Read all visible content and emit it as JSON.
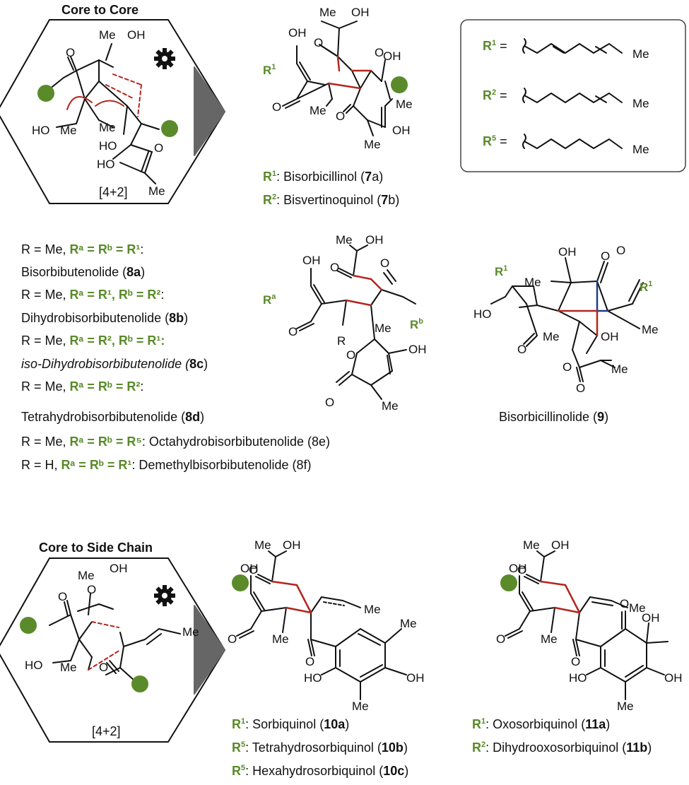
{
  "panels": {
    "core_to_core": {
      "title": "Core to Core",
      "reaction": "[4+2]"
    },
    "core_to_side": {
      "title": "Core to Side Chain",
      "reaction": "[4+2]"
    }
  },
  "legend": [
    {
      "sym": "R",
      "sup": "1",
      "eq": "=",
      "chain_end": "Me"
    },
    {
      "sym": "R",
      "sup": "2",
      "eq": "=",
      "chain_end": "Me"
    },
    {
      "sym": "R",
      "sup": "5",
      "eq": "=",
      "chain_end": "Me"
    }
  ],
  "compounds_7": [
    {
      "r": "R",
      "rsup": "1",
      "name": ": Bisorbicillinol (",
      "num": "7",
      "letter": "a",
      "close": ")"
    },
    {
      "r": "R",
      "rsup": "2",
      "name": ": Bisvertinoquinol (",
      "num": "7",
      "letter": "b",
      "close": ")"
    }
  ],
  "compounds_8": [
    {
      "prefix": "R = Me, ",
      "g": "Rᵃ = Rᵇ = R¹",
      "suffix": ":"
    },
    {
      "prefix": "Bisorbibutenolide (",
      "g": "",
      "suffix": "8a",
      "close": ")"
    },
    {
      "prefix": "R = Me, ",
      "g": "Rᵃ = R¹, Rᵇ = R²",
      "suffix": ":"
    },
    {
      "prefix": "Dihydrobisorbibutenolide (",
      "g": "",
      "suffix": "8b",
      "close": ")"
    },
    {
      "prefix": "R = Me, ",
      "g": "Rᵃ = R², Rᵇ = R¹:",
      "suffix": ""
    },
    {
      "prefix": "iso-Dihydrobisorbibutenolide (",
      "g": "",
      "suffix": "8c",
      "close": ")"
    },
    {
      "prefix": "R = Me, ",
      "g": "Rᵃ = Rᵇ = R²",
      "suffix": ":"
    },
    {
      "prefix": "Tetrahydrobisorbibutenolide (",
      "g": "",
      "suffix": "8d",
      "close": ")"
    },
    {
      "prefix": "R = Me, ",
      "g": "Rᵃ = Rᵇ = R⁵",
      "suffix": ": Octahydrobisorbibutenolide (8e)"
    },
    {
      "prefix": "R = H, ",
      "g": "Rᵃ = Rᵇ = R¹",
      "suffix": ": Demethylbisorbibutenolide (8f)"
    }
  ],
  "compound_9": {
    "name": "Bisorbicillinolide (",
    "num": "9",
    "close": ")"
  },
  "compounds_10": [
    {
      "r": "R",
      "rsup": "1",
      "name": ": Sorbiquinol (",
      "num": "10a",
      "close": ")"
    },
    {
      "r": "R",
      "rsup": "5",
      "name": ": Tetrahydrosorbiquinol (",
      "num": "10b",
      "close": ")"
    },
    {
      "r": "R",
      "rsup": "5",
      "name": ": Hexahydrosorbiquinol (",
      "num": "10c",
      "close": ")"
    }
  ],
  "compounds_11": [
    {
      "r": "R",
      "rsup": "1",
      "name": ": Oxosorbiquinol (",
      "num": "11a",
      "close": ")"
    },
    {
      "r": "R",
      "rsup": "2",
      "name": ": Dihydrooxosorbiquinol (",
      "num": "11b",
      "close": ")"
    }
  ],
  "atoms": {
    "me": "Me",
    "oh": "OH",
    "ho": "HO",
    "o": "O",
    "r": "R",
    "ra": "R",
    "ra_sup": "a",
    "rb": "R",
    "rb_sup": "b",
    "r1": "R",
    "r1_sup": "1",
    "mecdot": "Me"
  },
  "colors": {
    "green": "#5a8a2a",
    "red": "#b3261e",
    "blue": "#1f3c88",
    "grey": "#666666"
  }
}
